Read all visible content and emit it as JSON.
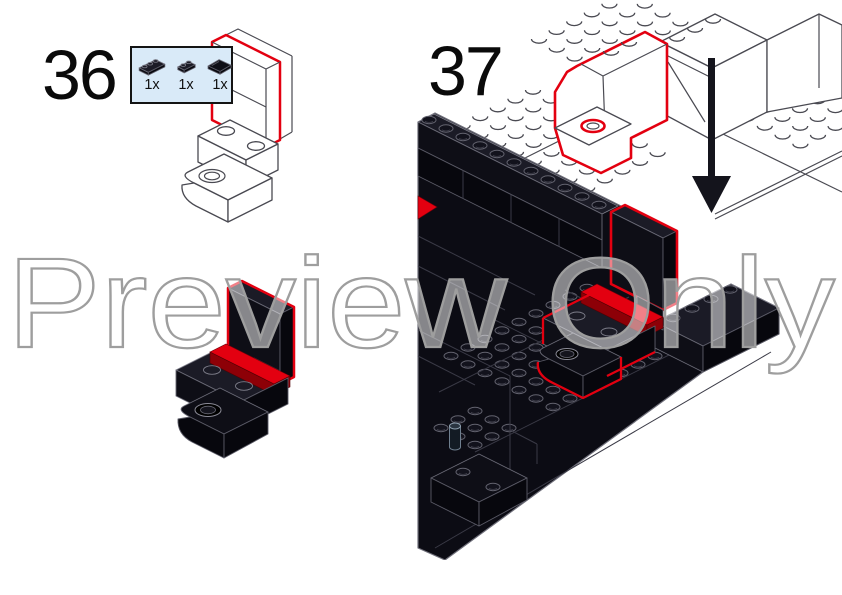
{
  "watermark": {
    "text": "Preview Only",
    "color": "#9e9e9e"
  },
  "steps": {
    "36": {
      "number": "36",
      "parts_callout": {
        "background": "#d9eaf8",
        "parts": [
          {
            "name": "plate-1x3-black",
            "qty": "1x"
          },
          {
            "name": "plate-1x2-black",
            "qty": "1x"
          },
          {
            "name": "tile-2x2-black",
            "qty": "1x"
          }
        ]
      }
    },
    "37": {
      "number": "37",
      "arrow_icon": "arrow-down"
    }
  },
  "colors": {
    "highlight_red": "#e30010",
    "brick_black": "#0e0e16",
    "callout_bg": "#d9eaf8",
    "callout_border": "#141414",
    "ghost_outline": "#4a4a52",
    "watermark_gray": "#9e9e9e"
  }
}
